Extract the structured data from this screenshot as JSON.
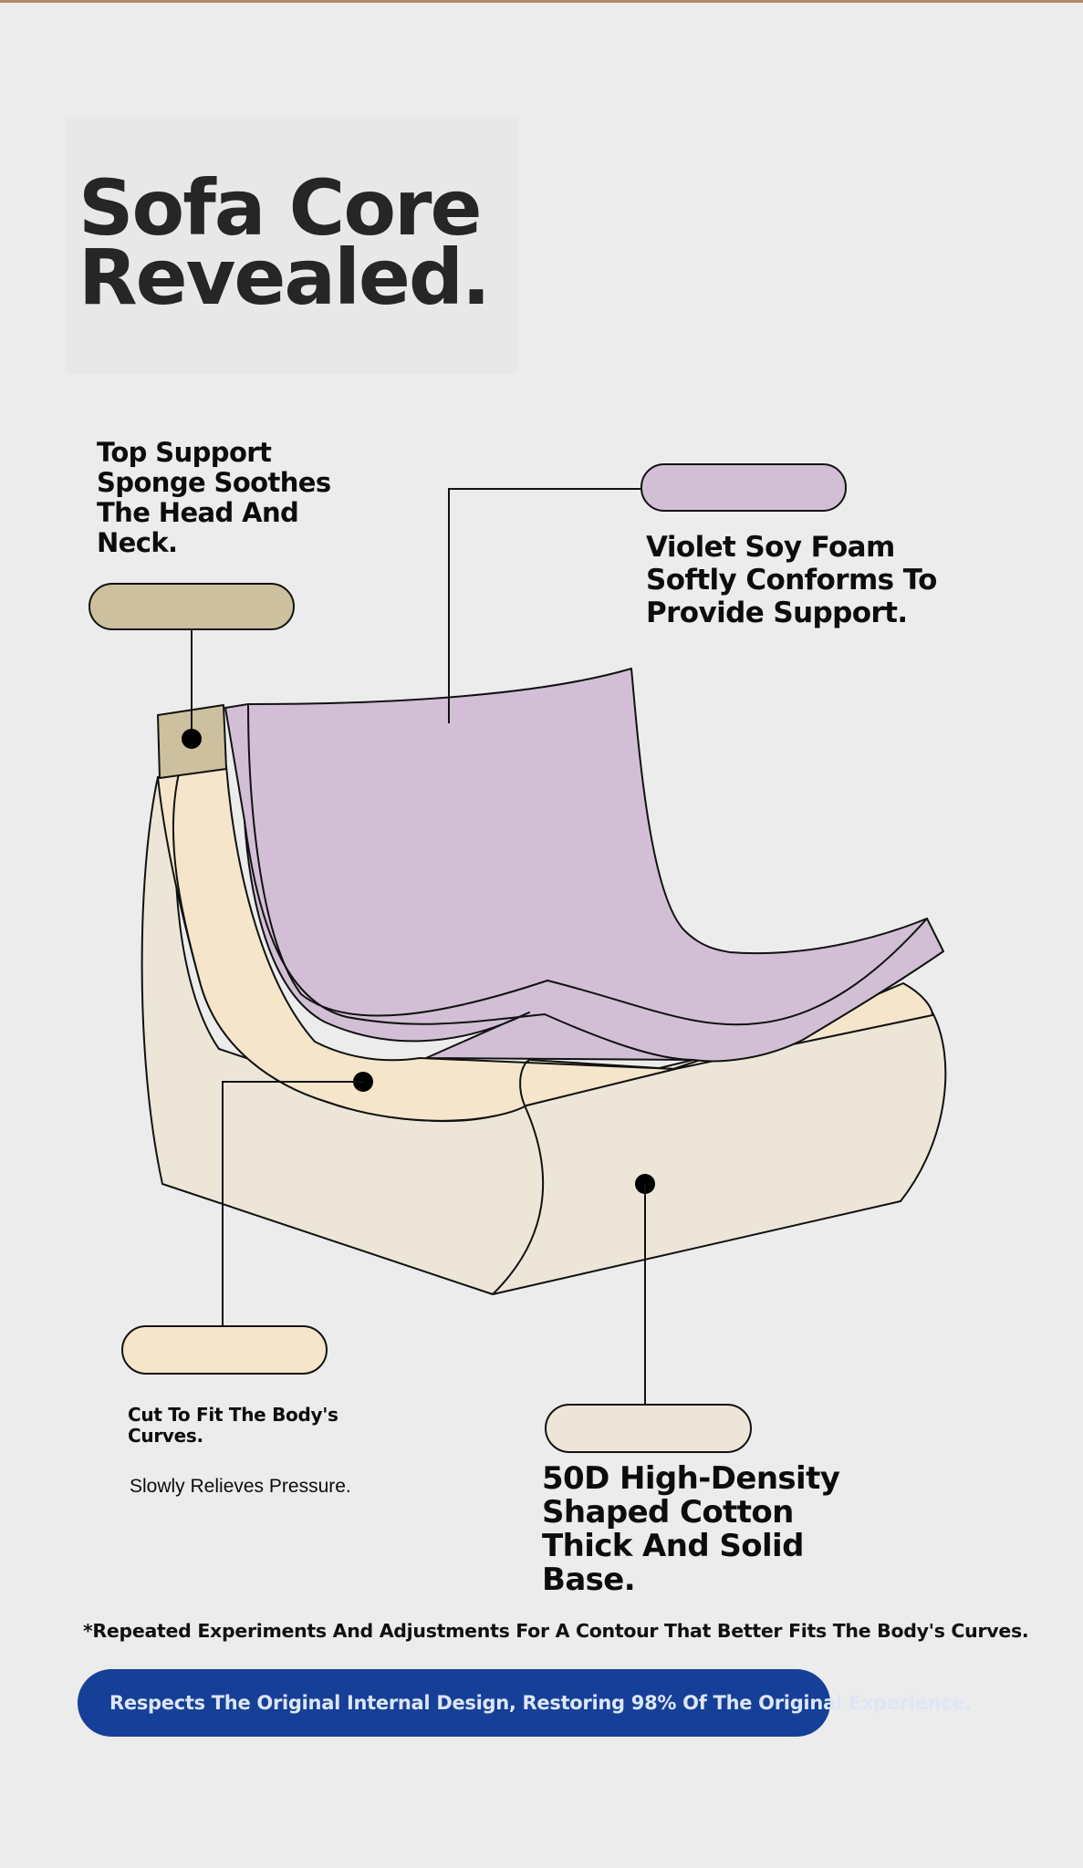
{
  "title_line1": "Sofa Core",
  "title_line2": "Revealed.",
  "layers": {
    "top_support": {
      "text": "Top Support Sponge Soothes The Head And Neck.",
      "color": "#cdc09e"
    },
    "violet_foam": {
      "text": "Violet Soy Foam Softly Conforms To Provide Support.",
      "color": "#d2bfd6"
    },
    "contour_layer": {
      "text": "Cut To Fit The Body's Curves.",
      "subtext": "Slowly Relieves Pressure.",
      "color": "#f5e6cb"
    },
    "base": {
      "text": "50D High-Density Shaped Cotton Thick And Solid Base.",
      "color": "#ede6d8"
    }
  },
  "footnote": "*Repeated Experiments And Adjustments For A Contour That Better Fits The Body's Curves.",
  "banner": "Respects The Original Internal Design, Restoring 98% Of The Original Experience.",
  "colors": {
    "background": "#ececec",
    "banner": "#163f98",
    "title": "#262626"
  }
}
